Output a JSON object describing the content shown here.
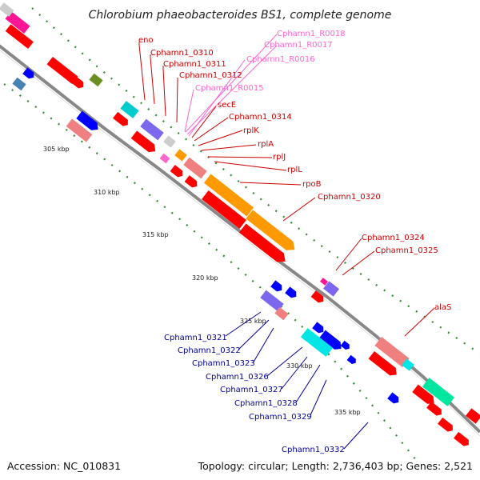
{
  "title": "Chlorobium phaeobacteroides BS1, complete genome",
  "accession": "Accession: NC_010831",
  "topology": "Topology: circular; Length: 2,736,403 bp; Genes: 2,521",
  "colors": {
    "cds_forward": "#ff0000",
    "cds_reverse": "#0000ff",
    "rna_label": "#ff66cc",
    "label_forward": "#cc0000",
    "label_reverse": "#000099",
    "backbone": "#888888",
    "tick_dots": "#2e8b2e",
    "orange_gene": "#ff9900",
    "salmon_gene": "#f08080",
    "purple_gene": "#7b68ee",
    "cyan_gene": "#00cccc",
    "teal_gene": "#00e5a0",
    "olive_gene": "#6b8e23",
    "magenta_gene": "#ff1493"
  },
  "scale_ticks": [
    "305 kbp",
    "310 kbp",
    "315 kbp",
    "320 kbp",
    "325 kbp",
    "330 kbp",
    "335 kbp"
  ],
  "gene_labels_top": [
    {
      "text": "eno",
      "kind": "cds"
    },
    {
      "text": "Cphamn1_0310",
      "kind": "cds"
    },
    {
      "text": "Cphamn1_0311",
      "kind": "cds"
    },
    {
      "text": "Cphamn1_0312",
      "kind": "cds"
    },
    {
      "text": "Cphamn1_R0018",
      "kind": "rna"
    },
    {
      "text": "Cphamn1_R0017",
      "kind": "rna"
    },
    {
      "text": "Cphamn1_R0016",
      "kind": "rna"
    },
    {
      "text": "Cphamn1_R0015",
      "kind": "rna"
    },
    {
      "text": "secE",
      "kind": "cds"
    },
    {
      "text": "Cphamn1_0314",
      "kind": "cds"
    },
    {
      "text": "rplK",
      "kind": "cds"
    },
    {
      "text": "rplA",
      "kind": "cds"
    },
    {
      "text": "rplJ",
      "kind": "cds"
    },
    {
      "text": "rplL",
      "kind": "cds"
    },
    {
      "text": "rpoB",
      "kind": "cds"
    },
    {
      "text": "Cphamn1_0320",
      "kind": "cds"
    },
    {
      "text": "Cphamn1_0324",
      "kind": "cds"
    },
    {
      "text": "Cphamn1_0325",
      "kind": "cds"
    },
    {
      "text": "alaS",
      "kind": "cds"
    }
  ],
  "gene_labels_bottom": [
    {
      "text": "Cphamn1_0321"
    },
    {
      "text": "Cphamn1_0322"
    },
    {
      "text": "Cphamn1_0323"
    },
    {
      "text": "Cphamn1_0326"
    },
    {
      "text": "Cphamn1_0327"
    },
    {
      "text": "Cphamn1_0328"
    },
    {
      "text": "Cphamn1_0329"
    },
    {
      "text": "Cphamn1_0332"
    }
  ]
}
